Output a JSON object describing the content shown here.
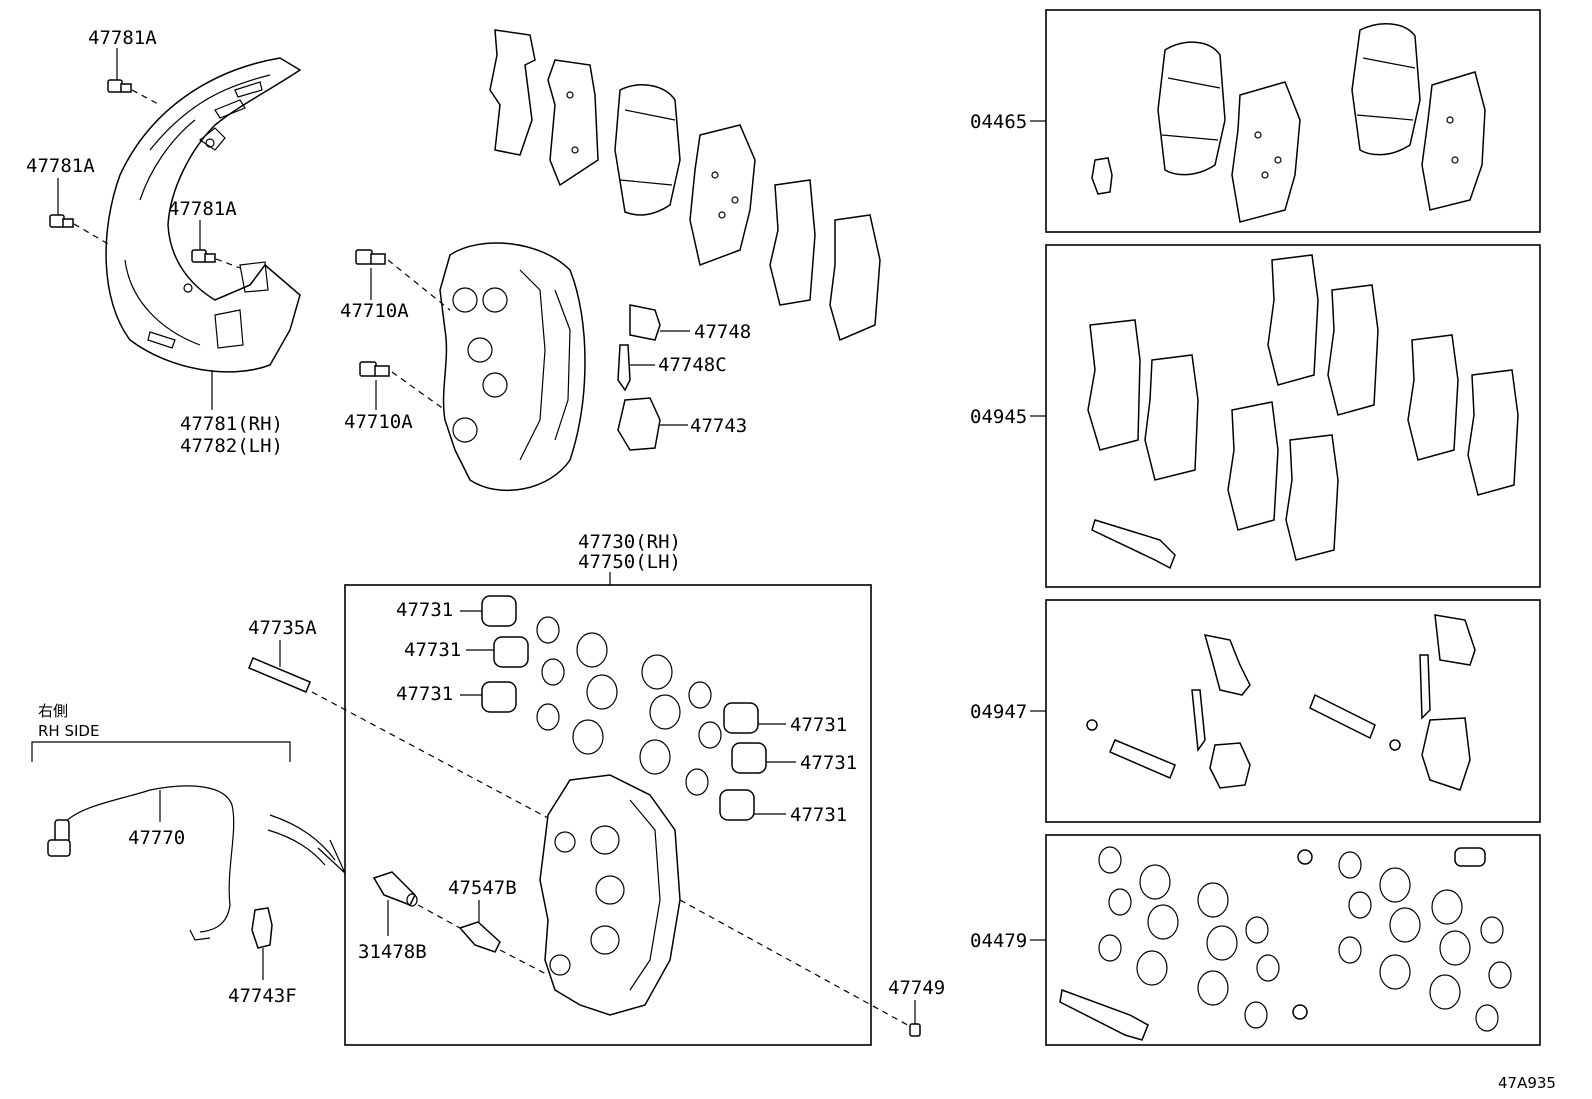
{
  "labels": {
    "p47781A_1": "47781A",
    "p47781A_2": "47781A",
    "p47781A_3": "47781A",
    "p47781RH": "47781(RH)",
    "p47782LH": "47782(LH)",
    "p47710A_1": "47710A",
    "p47710A_2": "47710A",
    "p47748": "47748",
    "p47748C": "47748C",
    "p47743": "47743",
    "p47730RH": "47730(RH)",
    "p47750LH": "47750(LH)",
    "p47735A": "47735A",
    "rh_side_jp": "右側",
    "rh_side_en": "RH SIDE",
    "p47770": "47770",
    "p47743F": "47743F",
    "p47731_1": "47731",
    "p47731_2": "47731",
    "p47731_3": "47731",
    "p47731_4": "47731",
    "p47731_5": "47731",
    "p47731_6": "47731",
    "p47547B": "47547B",
    "p31478B": "31478B",
    "p47749": "47749",
    "k04465": "04465",
    "k04945": "04945",
    "k04947": "04947",
    "k04479": "04479",
    "diagram_code": "47A935"
  }
}
